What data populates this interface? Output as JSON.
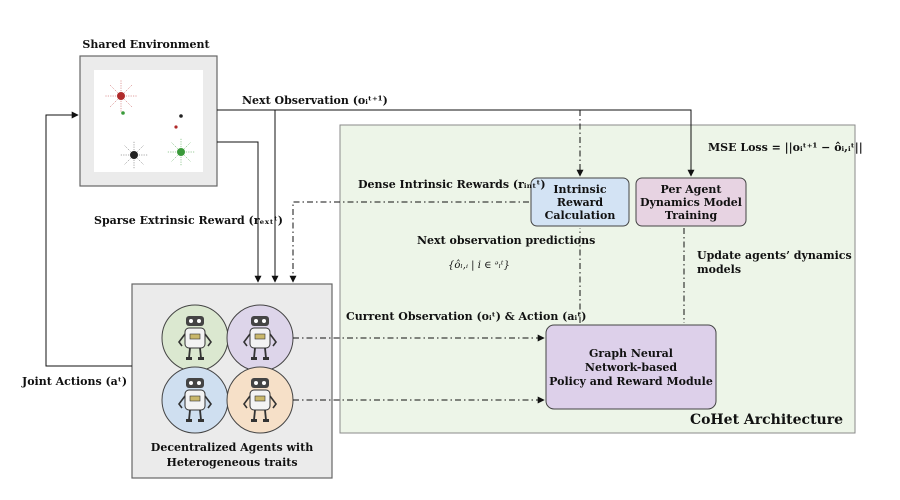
{
  "env": {
    "title": "Shared Environment"
  },
  "agents": {
    "caption_line1": "Decentralized Agents with",
    "caption_line2": "Heterogeneous traits"
  },
  "arch": {
    "title": "CoHet Architecture"
  },
  "nodes": {
    "intrinsic": [
      "Intrinsic",
      "Reward",
      "Calculation"
    ],
    "dynamics": [
      "Per Agent",
      "Dynamics Model",
      "Training"
    ],
    "gnn": [
      "Graph Neural",
      "Network-based",
      "Policy and Reward Module"
    ]
  },
  "labels": {
    "next_obs": "Next Observation (oᵢᵗ⁺¹)",
    "mse_loss": "MSE Loss = ||oᵢᵗ⁺¹ − ôᵢ,ᵢᵗ||",
    "dense_rewards": "Dense Intrinsic Rewards (rᵢₙₜᵗ)",
    "sparse_reward": "Sparse Extrinsic Reward (rₑₓₜᵗ)",
    "next_obs_pred": "Next observation predictions",
    "pred_set": "{ôₗ,ᵢ | i ∈ ᵊₗᵗ}",
    "update_line1": "Update agents’ dynamics",
    "update_line2": "models",
    "current_obs": "Current Observation (oᵢᵗ) & Action (aᵢᵗ)",
    "joint_actions": "Joint Actions (aᵗ)"
  },
  "colors": {
    "arch_bg": "#edf5e8",
    "env_bg": "#ebebeb",
    "intrinsic_fill": "#d3e3f4",
    "dynamics_fill": "#e7d3e2",
    "gnn_fill": "#ddd0ea",
    "agent_green": "#dbe8d0",
    "agent_purple": "#ddd5ea",
    "agent_blue": "#cfdff0",
    "agent_orange": "#f6e0c8"
  }
}
